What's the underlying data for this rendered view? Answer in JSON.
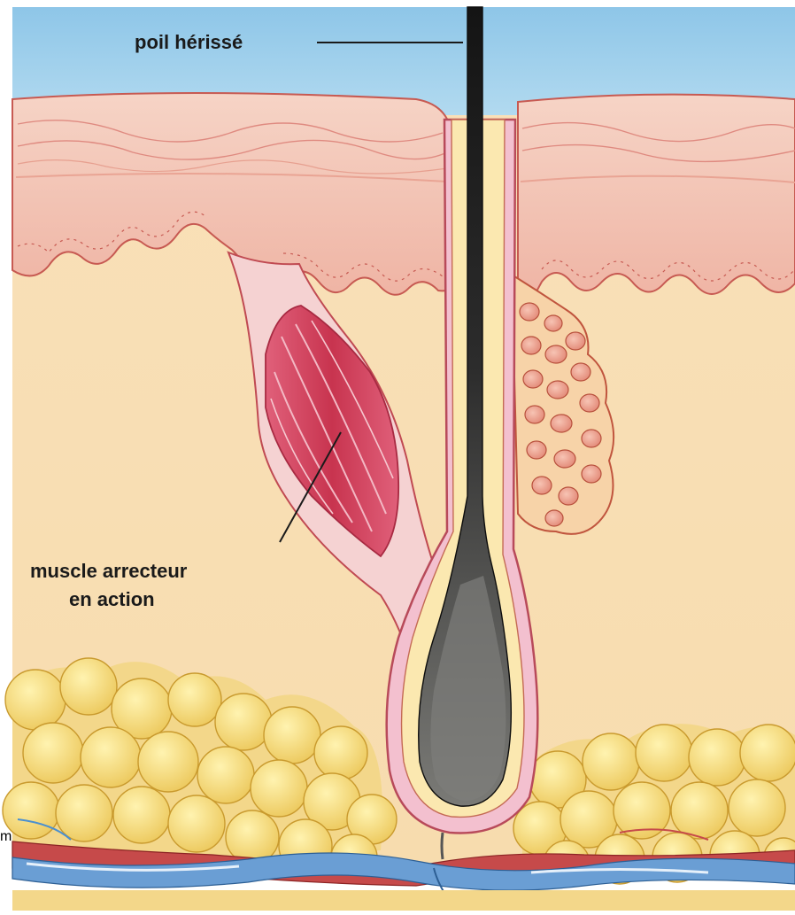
{
  "labels": {
    "hair": "poil hérissé",
    "muscle_line1": "muscle arrecteur",
    "muscle_line2": "en action",
    "edge_fragment": "m"
  }
}
